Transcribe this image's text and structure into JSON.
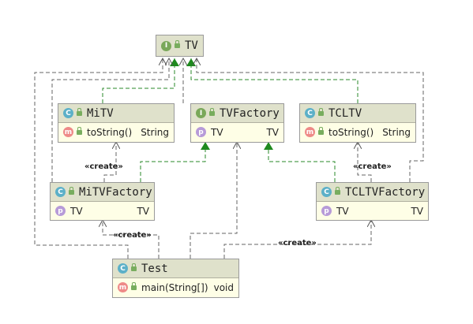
{
  "classes": {
    "tv": {
      "name": "TV",
      "kind": "I"
    },
    "mitv": {
      "name": "MiTV",
      "kind": "C",
      "members": [
        {
          "kind": "m",
          "name": "toString()",
          "type": "String"
        }
      ]
    },
    "tvfactory": {
      "name": "TVFactory",
      "kind": "I",
      "members": [
        {
          "kind": "p",
          "name": "TV",
          "type": "TV"
        }
      ]
    },
    "tcltv": {
      "name": "TCLTV",
      "kind": "C",
      "members": [
        {
          "kind": "m",
          "name": "toString()",
          "type": "String"
        }
      ]
    },
    "mitvfactory": {
      "name": "MiTVFactory",
      "kind": "C",
      "members": [
        {
          "kind": "p",
          "name": "TV",
          "type": "TV"
        }
      ]
    },
    "tcltvfactory": {
      "name": "TCLTVFactory",
      "kind": "C",
      "members": [
        {
          "kind": "p",
          "name": "TV",
          "type": "TV"
        }
      ]
    },
    "test": {
      "name": "Test",
      "kind": "C",
      "members": [
        {
          "kind": "m",
          "name": "main(String[])",
          "type": "void"
        }
      ]
    }
  },
  "labels": {
    "create": "«create»"
  },
  "colors": {
    "realization": "#2a8a2a",
    "dependency": "#555555",
    "header": "#dfe1cb",
    "body": "#fefee6"
  }
}
